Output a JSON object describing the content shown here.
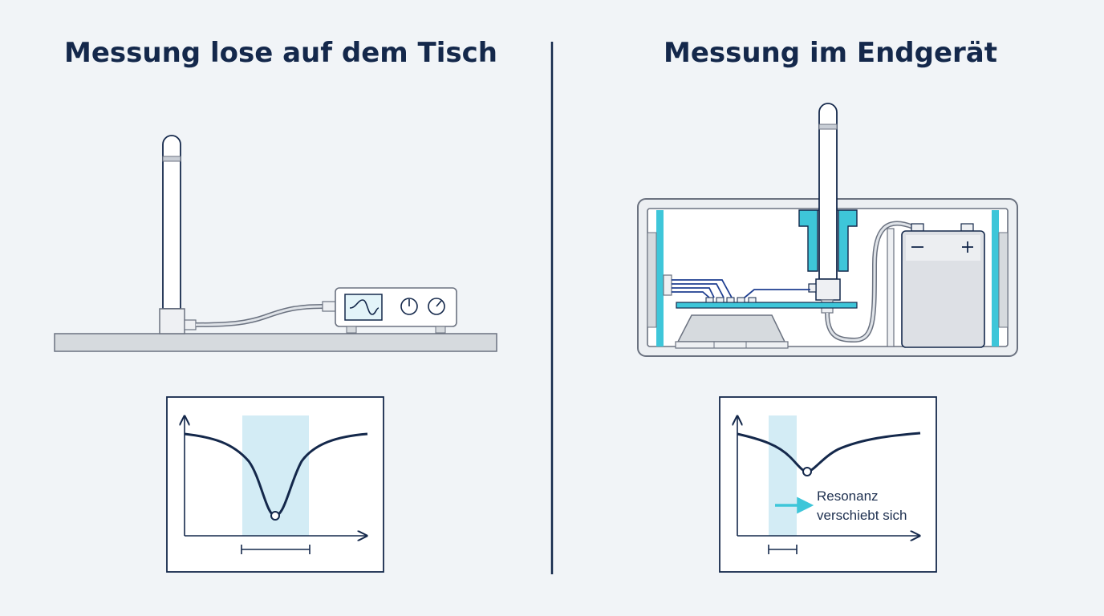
{
  "panels": {
    "left": {
      "title": "Messung lose auf dem Tisch"
    },
    "right": {
      "title": "Messung im Endgerät",
      "note_line1": "Resonanz",
      "note_line2": "verschiebt sich"
    }
  },
  "colors": {
    "navy": "#14284b",
    "accent": "#3ec6d9",
    "band": "#d3ecf5",
    "outline": "#6b7280",
    "device_fill": "#dde0e5",
    "background": "#f1f4f7"
  }
}
